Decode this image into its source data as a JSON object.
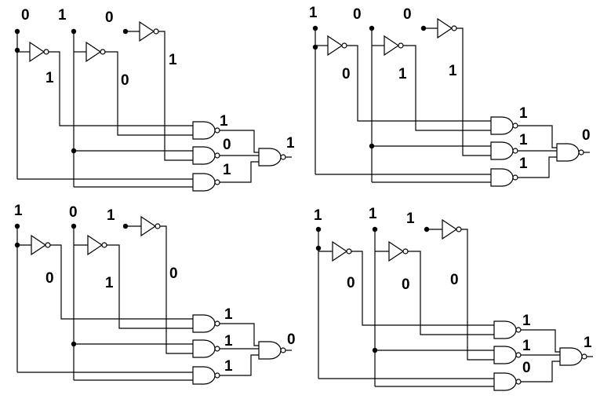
{
  "circuits": [
    {
      "inputs": [
        "0",
        "1",
        "0"
      ],
      "inverter_outputs": [
        "1",
        "0",
        "1"
      ],
      "nand_outputs": [
        "1",
        "0",
        "1"
      ],
      "final_output": "1"
    },
    {
      "inputs": [
        "1",
        "0",
        "0"
      ],
      "inverter_outputs": [
        "0",
        "1",
        "1"
      ],
      "nand_outputs": [
        "1",
        "1",
        "1"
      ],
      "final_output": "0"
    },
    {
      "inputs": [
        "1",
        "0",
        "1"
      ],
      "inverter_outputs": [
        "0",
        "1",
        "0"
      ],
      "nand_outputs": [
        "1",
        "1",
        "1"
      ],
      "final_output": "0"
    },
    {
      "inputs": [
        "1",
        "1",
        "1"
      ],
      "inverter_outputs": [
        "0",
        "0",
        "0"
      ],
      "nand_outputs": [
        "1",
        "1",
        "0"
      ],
      "final_output": "1"
    }
  ]
}
